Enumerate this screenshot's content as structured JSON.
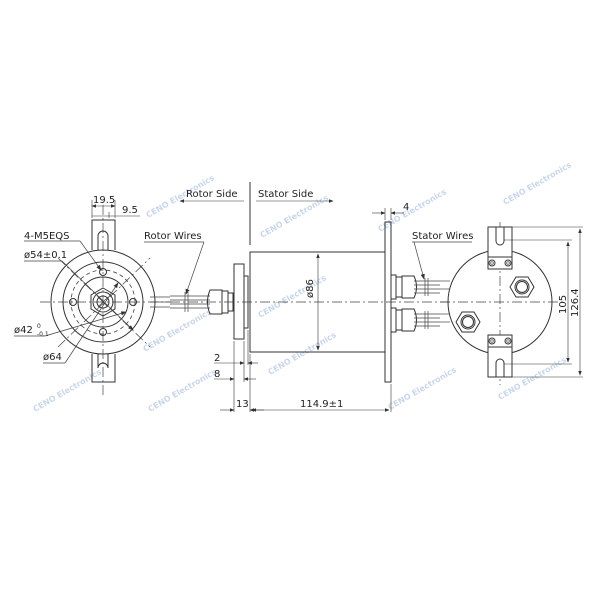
{
  "drawing": {
    "side_labels": {
      "rotor_side": "Rotor Side",
      "stator_side": "Stator Side"
    },
    "callouts": {
      "rotor_wires": "Rotor Wires",
      "stator_wires": "Stator Wires",
      "mounting_holes": "4-M5EQS"
    },
    "dimensions": {
      "flange_slot_width": "19.5",
      "flange_slot_offset": "9.5",
      "bolt_circle_dia": "ø54±0.1",
      "pilot_dia": "ø42",
      "pilot_tol_upper": "0",
      "pilot_tol_lower": "-0.1",
      "flange_outer_dia": "ø64",
      "body_dia": "ø86",
      "flange_thickness_2": "2",
      "flange_thickness_8": "8",
      "flange_to_body": "13",
      "body_length": "114.9±1",
      "stator_flange_thickness": "4",
      "stator_slot_span": "105",
      "stator_overall_height": "126.4"
    },
    "watermark": "CENO Electronics"
  }
}
